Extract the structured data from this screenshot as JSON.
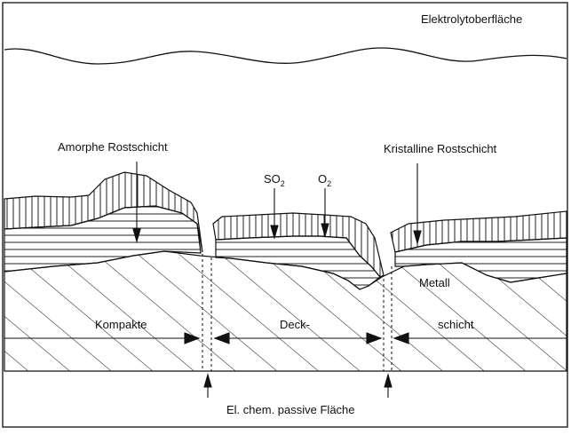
{
  "labels": {
    "electrolyte_surface": "Elektrolytoberfläche",
    "amorphous_rust": "Amorphe Rostschicht",
    "crystalline_rust": "Kristalline Rostschicht",
    "so2_base": "SO",
    "so2_sub": "2",
    "o2_base": "O",
    "o2_sub": "2",
    "metal": "Metall",
    "compact": "Kompakte",
    "cover": "Deck-",
    "layer": "schicht",
    "passive_surface": "El. chem. passive Fläche"
  },
  "colors": {
    "ink": "#111111",
    "background": "#ffffff"
  }
}
